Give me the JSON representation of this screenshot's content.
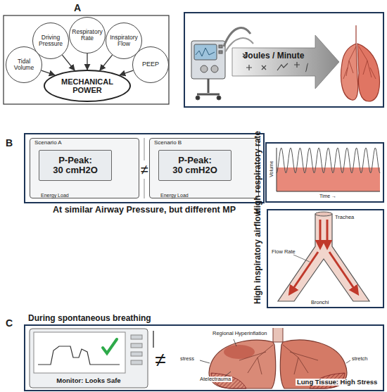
{
  "diagram": {
    "nodes": [
      {
        "text": [
          "Tidal Volume"
        ]
      },
      {
        "text": [
          "Driving Pressure"
        ]
      },
      {
        "text": [
          "Respiratory Rate"
        ]
      },
      {
        "text": [
          "Inspiratory Flow"
        ]
      },
      {
        "text": [
          "PEEP"
        ]
      },
      {
        "text": [
          "MECHANICAL POWER"
        ]
      },
      {
        "text": [
          "Scenario A"
        ]
      },
      {
        "text": [
          "P-Peak:",
          "30 cmH2O"
        ],
        "in": 6
      },
      {
        "text": [
          "Scenario B"
        ]
      },
      {
        "text": [
          "P-Peak:",
          "30 cmH2O"
        ],
        "in": 8
      }
    ],
    "edges": [
      {
        "from": 0,
        "to": 5,
        "arrow": "to"
      },
      {
        "from": 1,
        "to": 5,
        "arrow": "to"
      },
      {
        "from": 2,
        "to": 5,
        "arrow": "to"
      },
      {
        "from": 3,
        "to": 5,
        "arrow": "to"
      },
      {
        "from": 4,
        "to": 5,
        "arrow": "to"
      }
    ],
    "labels": [
      "A",
      "Joules / Minute",
      "B",
      "≠",
      "Energy Load",
      "Energy Load",
      "At similar Airway Pressure, but different MP",
      "High respiratory rate",
      "Volume",
      "Time →",
      "High inspiratory airflow",
      "Trachea",
      "Flow Rate",
      "Bronchi",
      "C",
      "During spontaneous breathing",
      "Monitor: Looks Safe",
      "≠",
      "Regional Hyperinflation",
      "stress",
      "stretch",
      "Atelectrauma",
      "Lung Tissue: High Stress"
    ]
  }
}
